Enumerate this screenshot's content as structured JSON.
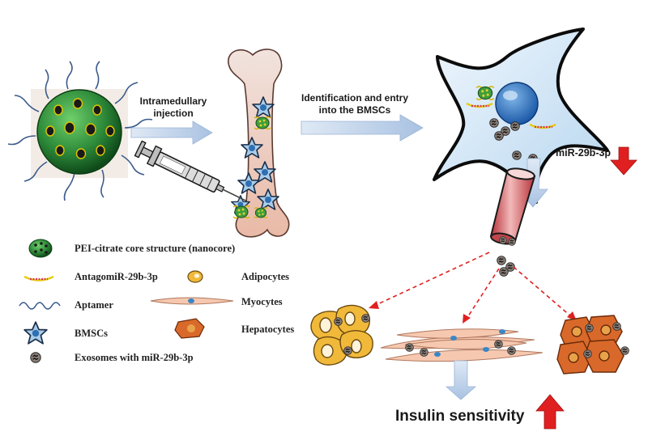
{
  "steps": {
    "injection": "Intramedullary\ninjection",
    "entry": "Identification and entry\ninto the  BMSCs"
  },
  "labels": {
    "mir": "miR-29b-3p",
    "outcome": "Insulin sensitivity"
  },
  "legend": {
    "nanocore": "PEI-citrate core structure (nanocore)",
    "antagomir": "AntagomiR-29b-3p",
    "aptamer": "Aptamer",
    "bmsc": "BMSCs",
    "exosome": "Exosomes with miR-29b-3p",
    "adipocytes": "Adipocytes",
    "myocytes": "Myocytes",
    "hepatocytes": "Hepatocytes"
  },
  "colors": {
    "arrow_blue": "#b9cde6",
    "red": "#e02020",
    "nanocore_green": "#2e8b3a",
    "bone": "#e8c9bf",
    "bmsc_blue": "#a9cde8",
    "adipocyte": "#f1b93a",
    "myocyte": "#f6c8b0",
    "hepatocyte": "#d9692a",
    "vessel": "#e8a0a0"
  }
}
